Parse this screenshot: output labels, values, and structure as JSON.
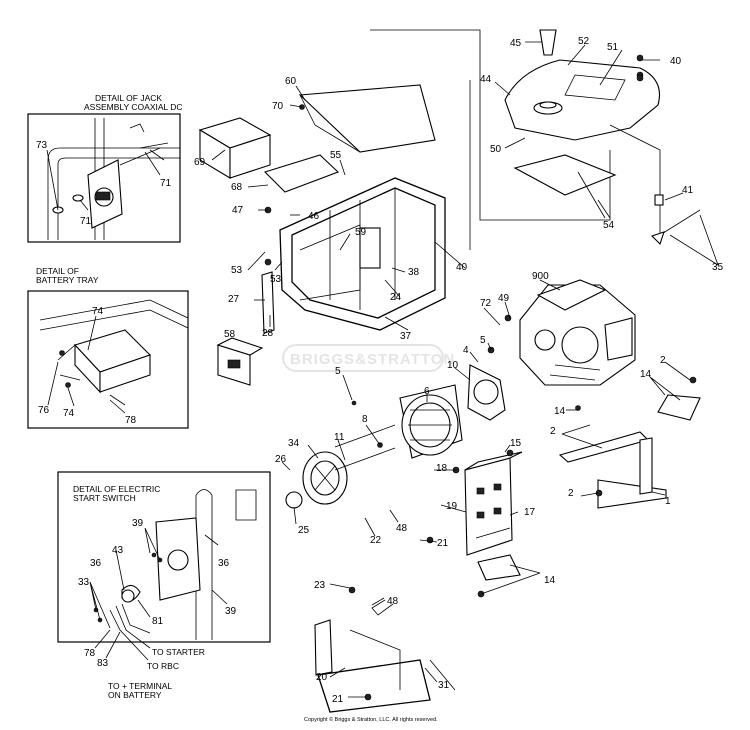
{
  "watermark": "BRIGGS&STRATTON",
  "copyright": "Copyright © Briggs & Stratton, LLC. All rights reserved.",
  "details": {
    "jack": [
      "DETAIL OF JACK",
      "ASSEMBLY COAXIAL DC"
    ],
    "battery_tray": [
      "DETAIL OF",
      "BATTERY TRAY"
    ],
    "electric_start": [
      "DETAIL OF ELECTRIC",
      "START SWITCH"
    ]
  },
  "wire_labels": {
    "to_starter": "TO STARTER",
    "to_rbc": "TO RBC",
    "to_terminal_1": "TO + TERMINAL",
    "to_terminal_2": "ON BATTERY"
  },
  "callouts": {
    "c73": "73",
    "c71a": "71",
    "c71b": "71",
    "c60": "60",
    "c70": "70",
    "c69": "69",
    "c68": "68",
    "c47": "47",
    "c55": "55",
    "c46": "46",
    "c59": "59",
    "c53a": "53",
    "c53b": "53",
    "c38": "38",
    "c24": "24",
    "c27": "27",
    "c28": "28",
    "c40a": "40",
    "c37": "37",
    "c58": "58",
    "c45": "45",
    "c52": "52",
    "c51": "51",
    "c40b": "40",
    "c44": "44",
    "c50": "50",
    "c54": "54",
    "c41": "41",
    "c35": "35",
    "c900": "900",
    "c72": "72",
    "c49": "49",
    "c5a": "5",
    "c4": "4",
    "c10": "10",
    "c2a": "2",
    "c14a": "14",
    "c5b": "5",
    "c6": "6",
    "c14b": "14",
    "c8": "8",
    "c2b": "2",
    "c11": "11",
    "c34": "34",
    "c15": "15",
    "c26": "26",
    "c18": "18",
    "c17": "17",
    "c19": "19",
    "c2c": "2",
    "c1": "1",
    "c25": "25",
    "c48a": "48",
    "c22": "22",
    "c21a": "21",
    "c14c": "14",
    "c23": "23",
    "c48b": "48",
    "c20": "20",
    "c21b": "21",
    "c31": "31",
    "c74a": "74",
    "c74b": "74",
    "c76": "76",
    "c78a": "78",
    "c39a": "39",
    "c39b": "39",
    "c36a": "36",
    "c36b": "36",
    "c43": "43",
    "c33": "33",
    "c81": "81",
    "c78b": "78",
    "c83": "83"
  }
}
